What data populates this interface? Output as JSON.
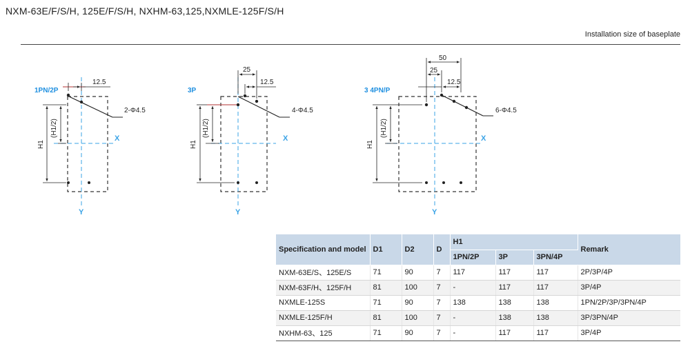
{
  "header": {
    "title": "NXM-63E/F/S/H, 125E/F/S/H, NXHM-63,125,NXMLE-125F/S/H",
    "subtitle": "Installation size of baseplate"
  },
  "diagrams": [
    {
      "pole_label": "1PN/2P",
      "dim_top": "12.5",
      "hole_label": "2-Φ4.5",
      "axis_x": "X",
      "axis_y": "Y",
      "h1": "H1",
      "h1_half": "(H1/2)"
    },
    {
      "pole_label": "3P",
      "dim_top": "12.5",
      "dim_mid": "25",
      "hole_label": "4-Φ4.5",
      "axis_x": "X",
      "axis_y": "Y",
      "h1": "H1",
      "h1_half": "(H1/2)"
    },
    {
      "pole_label": "3 4PN/P",
      "dim_top": "12.5",
      "dim_mid": "25",
      "dim_outer": "50",
      "hole_label": "6-Φ4.5",
      "axis_x": "X",
      "axis_y": "Y",
      "h1": "H1",
      "h1_half": "(H1/2)"
    }
  ],
  "table": {
    "headers": {
      "spec": "Specification and model",
      "d1": "D1",
      "d2": "D2",
      "d": "D",
      "h1": "H1",
      "h1_1pn": "1PN/2P",
      "h1_3p": "3P",
      "h1_3pn": "3PN/4P",
      "remark": "Remark"
    },
    "rows": [
      [
        "NXM-63E/S、125E/S",
        "71",
        "90",
        "7",
        "117",
        "117",
        "117",
        "2P/3P/4P"
      ],
      [
        "NXM-63F/H、125F/H",
        "81",
        "100",
        "7",
        "-",
        "117",
        "117",
        "3P/4P"
      ],
      [
        "NXMLE-125S",
        "71",
        "90",
        "7",
        "138",
        "138",
        "138",
        "1PN/2P/3P/3PN/4P"
      ],
      [
        "NXMLE-125F/H",
        "81",
        "100",
        "7",
        "-",
        "138",
        "138",
        "3P/3PN/4P"
      ],
      [
        "NXHM-63、125",
        "71",
        "90",
        "7",
        "-",
        "117",
        "117",
        "3P/4P"
      ]
    ]
  },
  "colors": {
    "pole_label": "#1e8fe0",
    "axis": "#3aa3e6",
    "header_bg": "#c9d8e8"
  }
}
